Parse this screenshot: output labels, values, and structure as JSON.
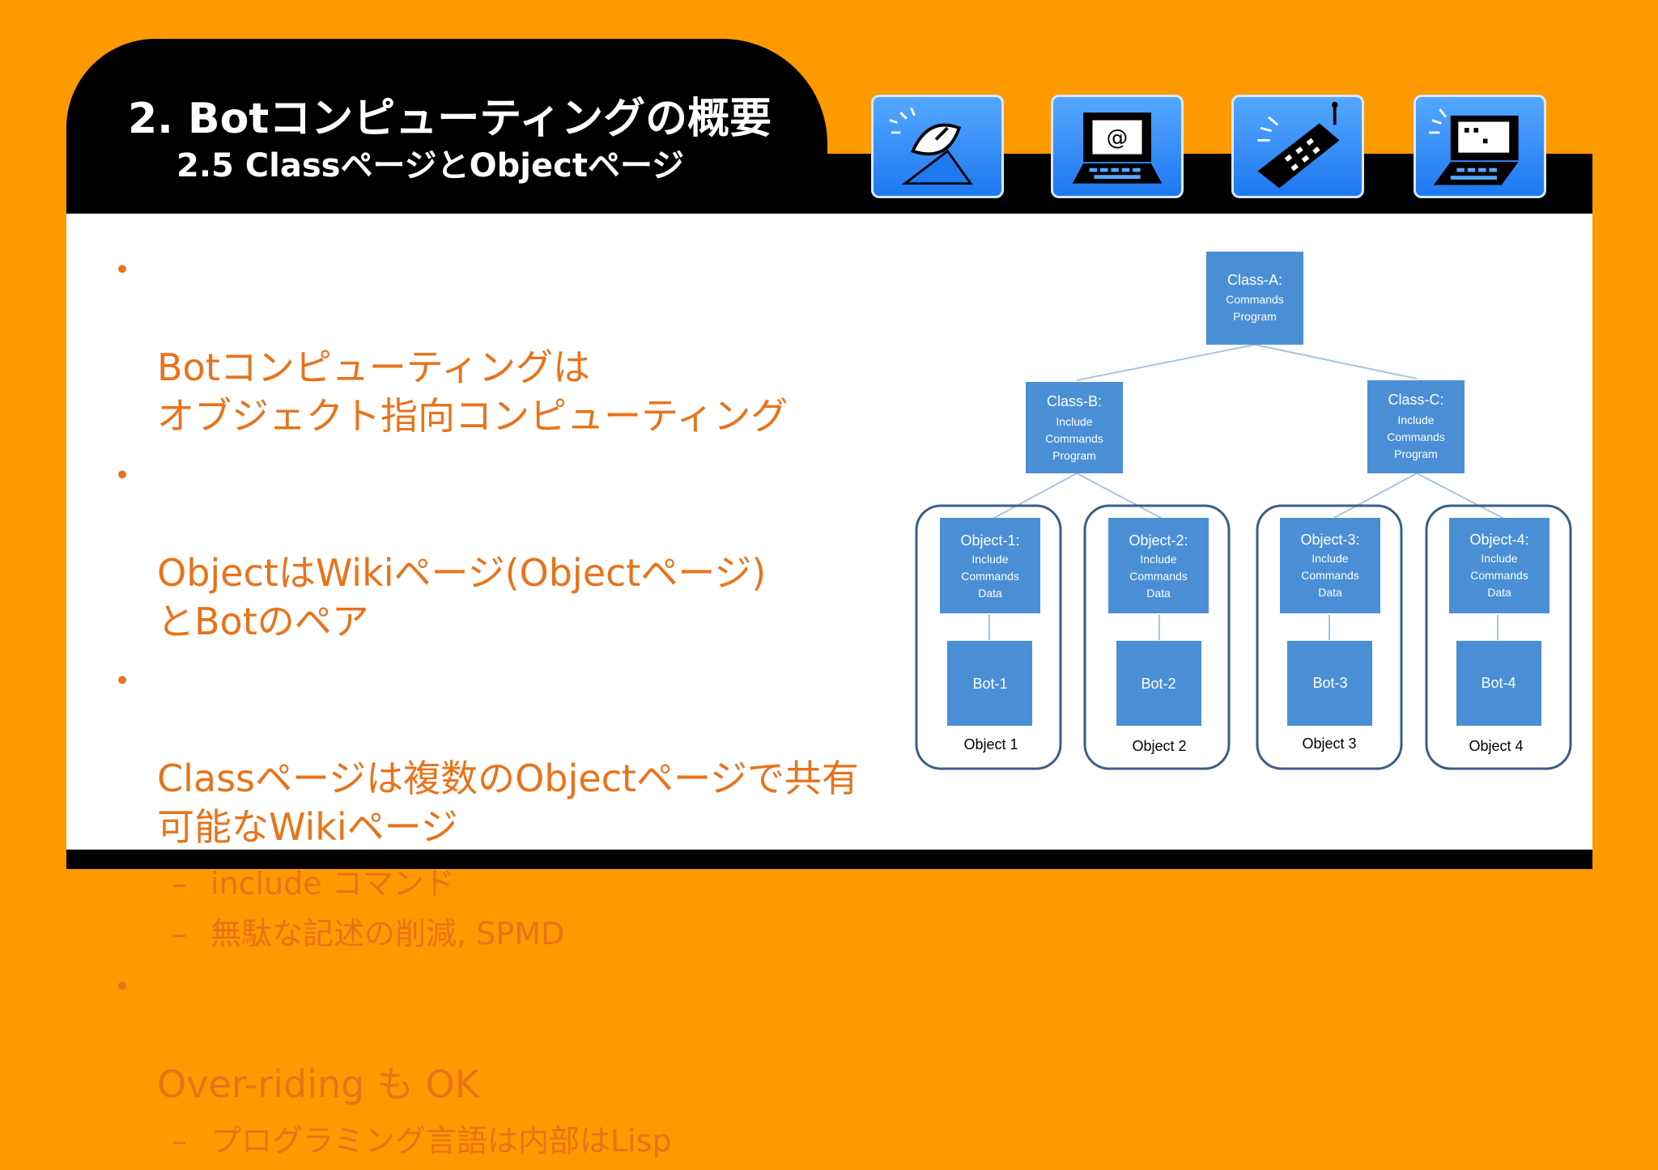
{
  "header": {
    "title": "2. Botコンピューティングの概要",
    "subtitle": "2.5 ClassページとObjectページ",
    "icons": [
      "satellite-dish-icon",
      "computer-email-icon",
      "mobile-phone-icon",
      "computer-terminal-icon"
    ]
  },
  "colors": {
    "background": "#ff9900",
    "text_orange": "#e8731a",
    "box_blue": "#4a8fd6",
    "header_black": "#000000"
  },
  "bullets": [
    {
      "mark": "・",
      "text": "Botコンピューティングは\nオブジェクト指向コンピューティング",
      "subs": []
    },
    {
      "mark": "・",
      "text": "ObjectはWikiページ(Objectページ)\nとBotのペア",
      "subs": []
    },
    {
      "mark": "・",
      "text": "Classページは複数のObjectページで共有\n可能なWikiページ",
      "subs": [
        {
          "mark": "–",
          "text": "include コマンド"
        },
        {
          "mark": "–",
          "text": "無駄な記述の削減, SPMD"
        }
      ]
    },
    {
      "mark": "・",
      "text": "Over-riding も OK",
      "subs": [
        {
          "mark": "–",
          "text": "プログラミング言語は内部はLisp"
        }
      ]
    }
  ],
  "diagram": {
    "class_a": [
      "Class-A:",
      "Commands",
      "Program"
    ],
    "class_b": [
      "Class-B:",
      "Include",
      "Commands",
      "Program"
    ],
    "class_c": [
      "Class-C:",
      "Include",
      "Commands",
      "Program"
    ],
    "objects": [
      {
        "lines": [
          "Object-1:",
          "Include",
          "Commands",
          "Data"
        ],
        "bot": "Bot-1",
        "label": "Object 1"
      },
      {
        "lines": [
          "Object-2:",
          "Include",
          "Commands",
          "Data"
        ],
        "bot": "Bot-2",
        "label": "Object 2"
      },
      {
        "lines": [
          "Object-3:",
          "Include",
          "Commands",
          "Data"
        ],
        "bot": "Bot-3",
        "label": "Object 3"
      },
      {
        "lines": [
          "Object-4:",
          "Include",
          "Commands",
          "Data"
        ],
        "bot": "Bot-4",
        "label": "Object 4"
      }
    ]
  }
}
